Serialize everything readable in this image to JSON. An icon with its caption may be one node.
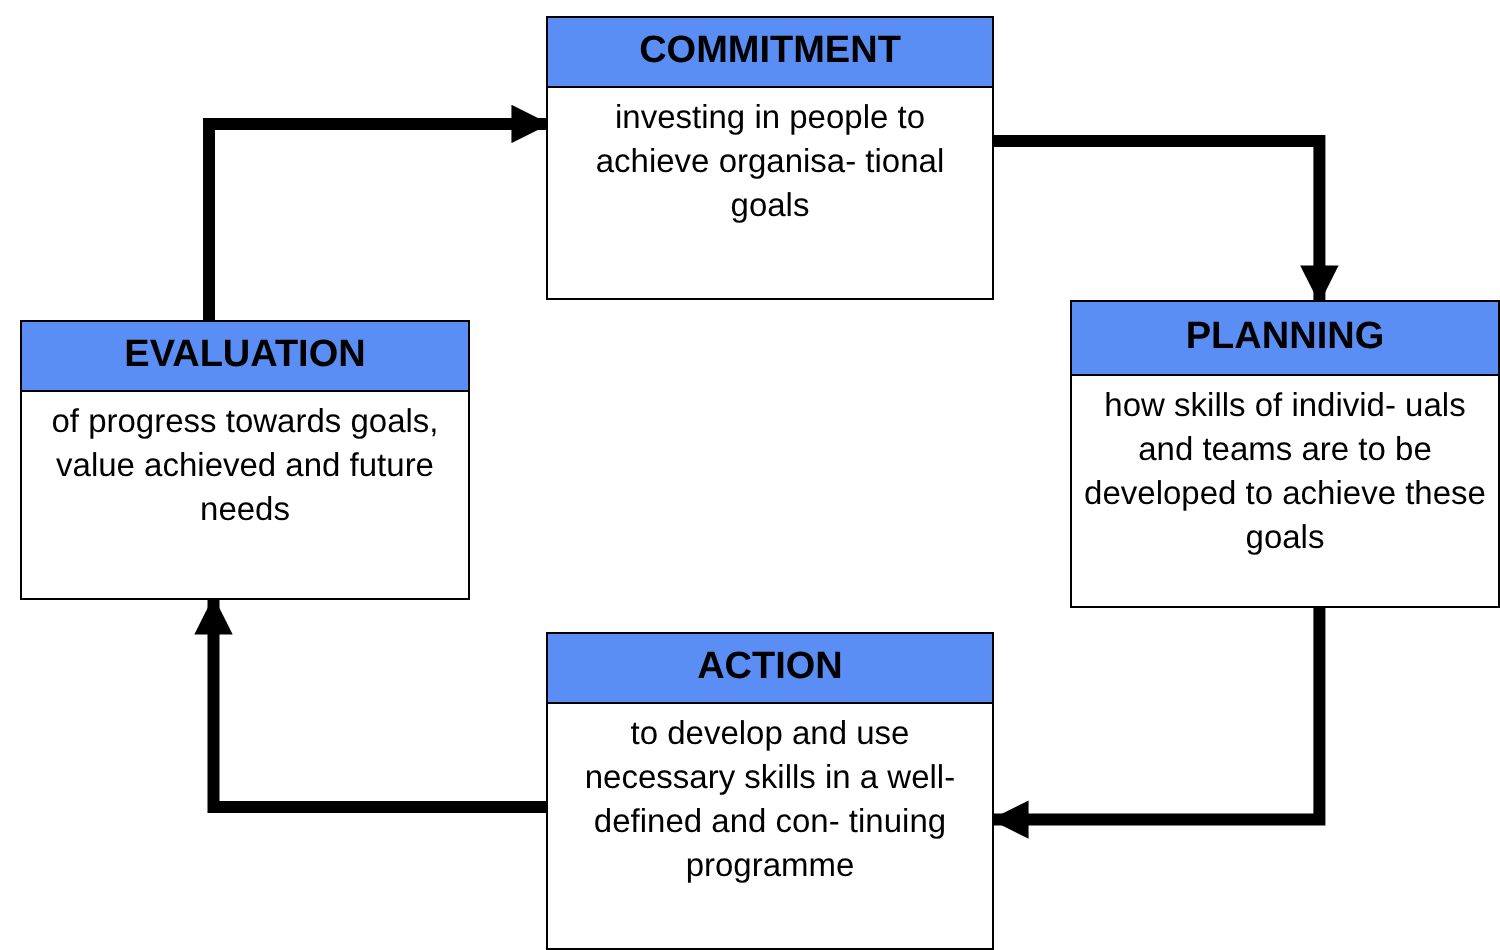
{
  "diagram": {
    "nodes": [
      {
        "text": [
          "COMMITMENT",
          "investing in people to achieve organisa- tional goals"
        ]
      },
      {
        "text": [
          "PLANNING",
          "how skills of individ- uals and teams are to be developed to achieve these goals"
        ]
      },
      {
        "text": [
          "ACTION",
          "to develop and use necessary skills in a well-defined and con- tinuing programme"
        ]
      },
      {
        "text": [
          "EVALUATION",
          "of progress towards goals, value achieved and future needs"
        ]
      }
    ],
    "edges": [
      {
        "from": 3,
        "to": 0,
        "arrow": "to"
      },
      {
        "from": 0,
        "to": 1,
        "arrow": "to"
      },
      {
        "from": 1,
        "to": 2,
        "arrow": "to"
      },
      {
        "from": 2,
        "to": 3,
        "arrow": "to"
      }
    ]
  }
}
